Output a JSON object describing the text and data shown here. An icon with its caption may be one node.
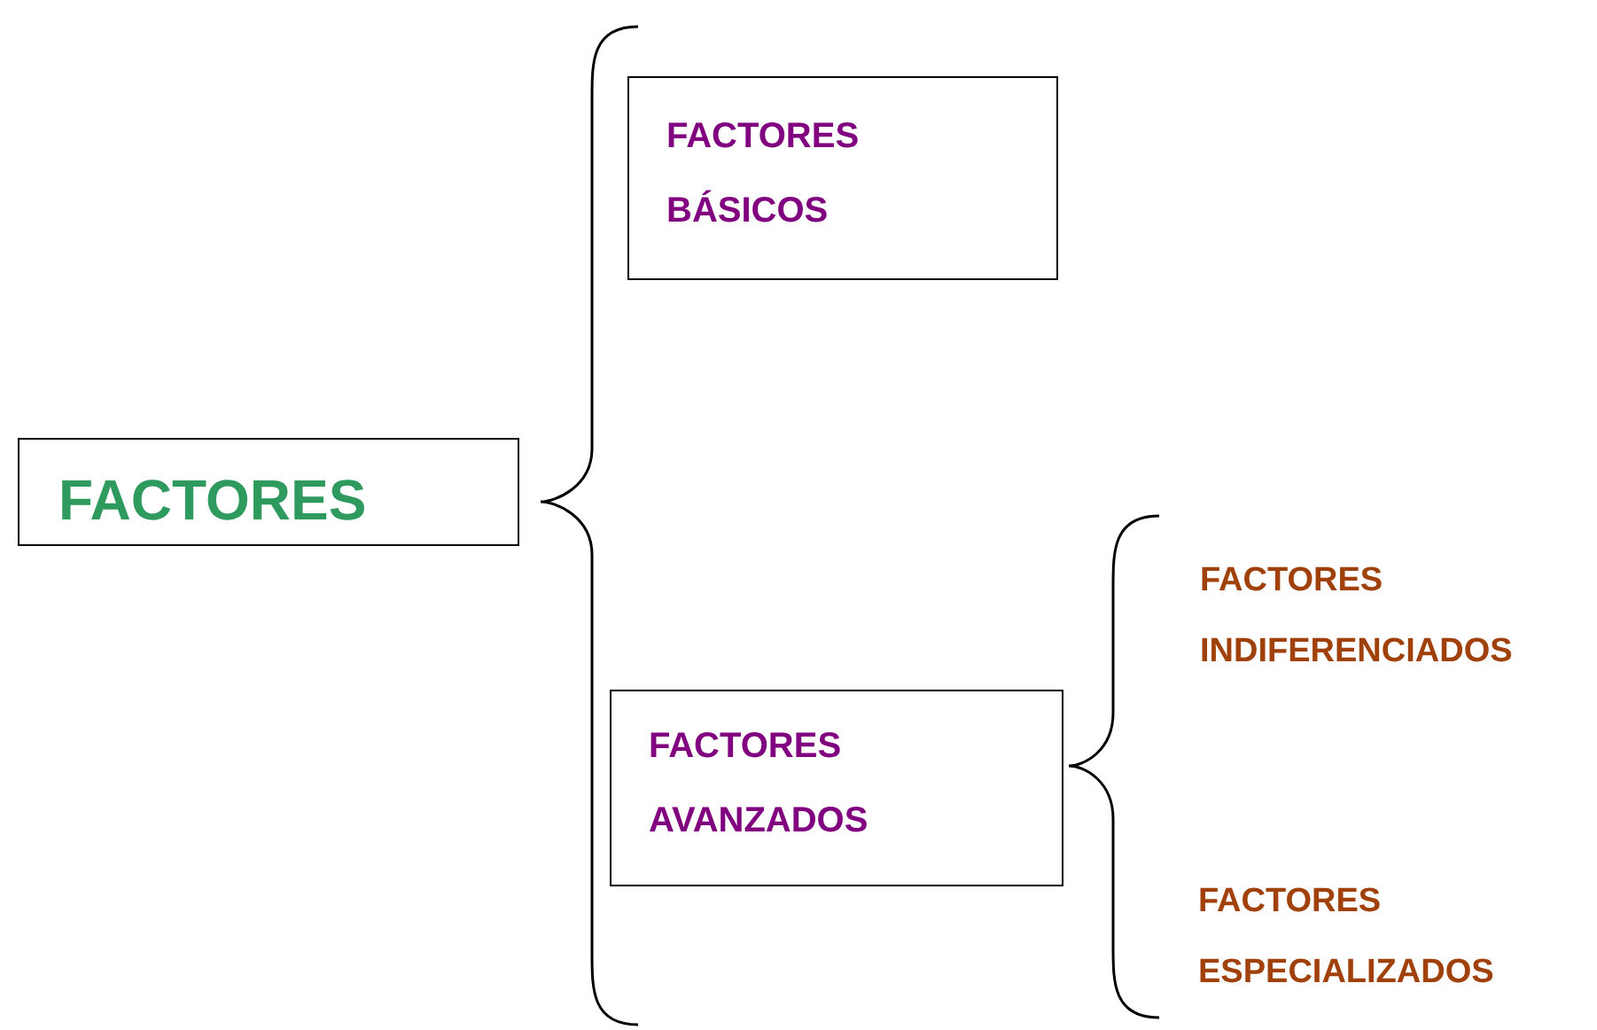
{
  "diagram": {
    "nodes": [
      {
        "text": [
          "FACTORES"
        ]
      },
      {
        "text": [
          "FACTORES BÁSICOS"
        ]
      },
      {
        "text": [
          "FACTORES AVANZADOS"
        ]
      },
      {
        "text": [
          "FACTORES INDIFERENCIADOS"
        ]
      },
      {
        "text": [
          "FACTORES ESPECIALIZADOS"
        ]
      }
    ]
  }
}
